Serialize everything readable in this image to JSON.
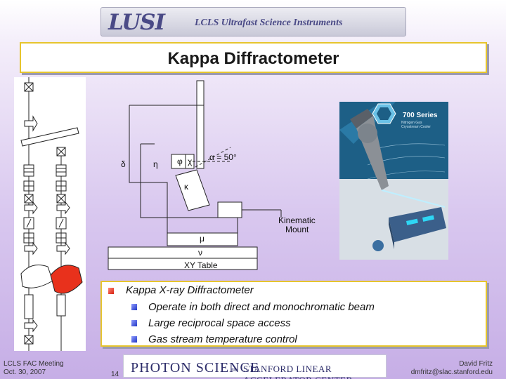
{
  "banner": {
    "logo": "LUSI",
    "subtitle": "LCLS Ultrafast Science Instruments"
  },
  "title": "Kappa Diffractometer",
  "diagram": {
    "delta": "δ",
    "eta": "η",
    "phi": "φ",
    "chi": "χ",
    "alpha": "α = 50°",
    "kappa": "κ",
    "mu": "μ",
    "nu": "ν",
    "xy_table": "XY Table",
    "kinematic_mount": [
      "Kinematic",
      "Mount"
    ]
  },
  "photo": {
    "title": "700 Series",
    "subtitle_lines": [
      "Nitrogen Gas",
      "Cryostream Cooler"
    ]
  },
  "bullets": {
    "main": "Kappa X-ray Diffractometer",
    "sub": [
      "Operate in both direct and monochromatic beam",
      "Large reciprocal space access",
      "Gas stream temperature control"
    ]
  },
  "footer": {
    "left_lines": [
      "LCLS FAC Meeting",
      "Oct. 30, 2007"
    ],
    "page_number": "14",
    "logo_main": "PHOTON SCIENCE",
    "logo_at": "at",
    "logo_org": "STANFORD LINEAR ACCELERATOR CENTER",
    "right_lines": [
      "David Fritz",
      "dmfritz@slac.stanford.edu"
    ]
  },
  "colors": {
    "accent_border": "#e6c52e",
    "bullet_red": "#d62010",
    "bullet_blue": "#2238c4",
    "highlight_red": "#e8311c"
  }
}
